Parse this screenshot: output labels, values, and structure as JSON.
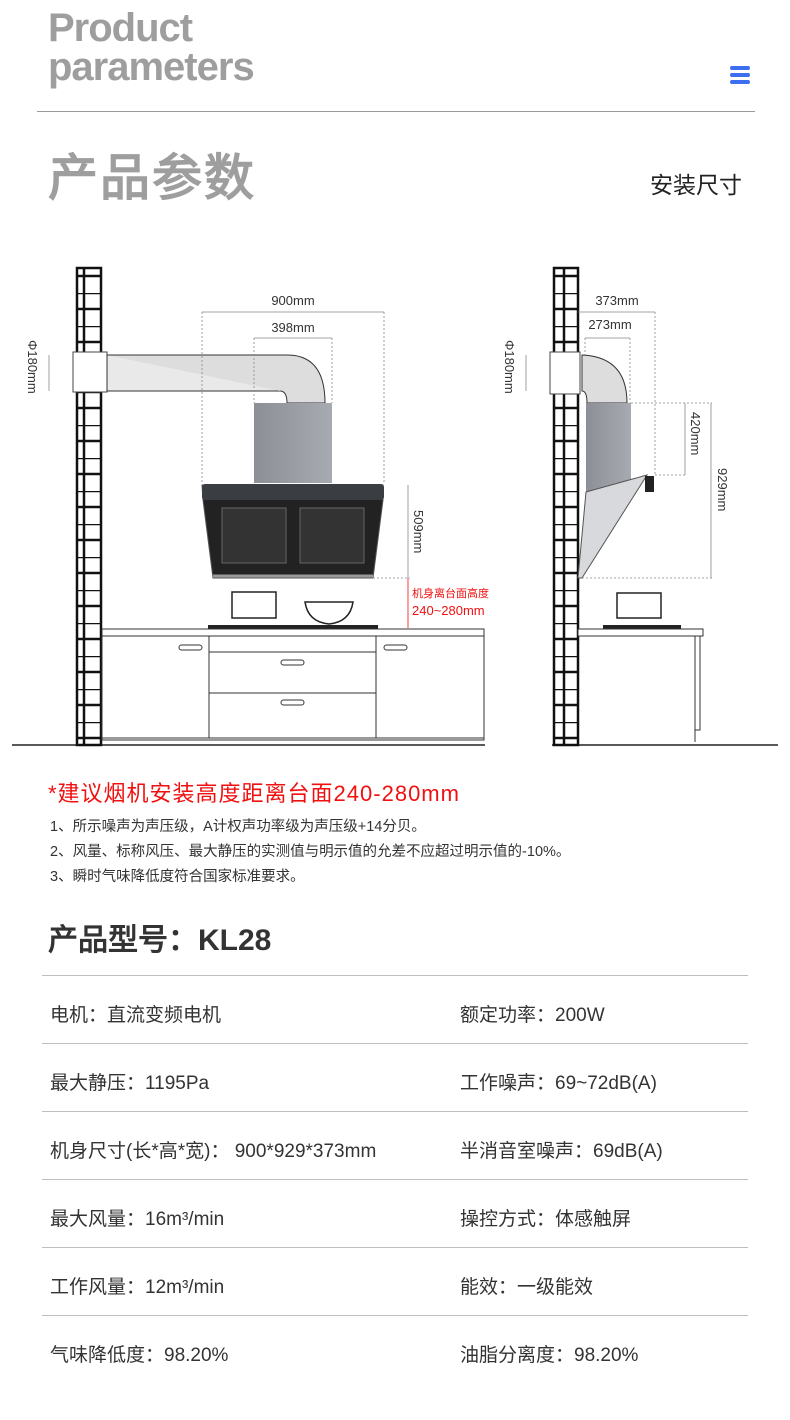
{
  "header": {
    "title_en_line1": "Product",
    "title_en_line2": "parameters",
    "title_cn": "产品参数",
    "subtitle": "安装尺寸",
    "menu_icon": "hamburger-menu-icon",
    "accent": "#3b6ff0"
  },
  "diagram": {
    "front": {
      "width": "900mm",
      "duct_width": "398mm",
      "duct_diameter": "Φ180mm",
      "body_height": "509mm",
      "clearance_label": "机身离台面高度",
      "clearance_value": "240~280mm"
    },
    "side": {
      "depth": "373mm",
      "duct_depth": "273mm",
      "duct_diameter": "Φ180mm",
      "upper_height": "420mm",
      "total_height": "929mm"
    }
  },
  "notice": {
    "warning": "*建议烟机安装高度距离台面240-280mm",
    "warning_color": "#f01010",
    "notes": [
      "1、所示噪声为声压级，A计权声功率级为声压级+14分贝。",
      "2、风量、标称风压、最大静压的实测值与明示值的允差不应超过明示值的-10%。",
      "3、瞬时气味降低度符合国家标准要求。"
    ]
  },
  "model": {
    "title": "产品型号：KL28"
  },
  "specs": [
    [
      "电机：直流变频电机",
      "额定功率：200W"
    ],
    [
      "最大静压：1195Pa",
      "工作噪声：69~72dB(A)"
    ],
    [
      "机身尺寸(长*高*宽)：  900*929*373mm",
      "半消音室噪声：69dB(A)"
    ],
    [
      "最大风量：16m³/min",
      "操控方式：体感触屏"
    ],
    [
      "工作风量：12m³/min",
      "能效：一级能效"
    ],
    [
      "气味降低度：98.20%",
      "油脂分离度：98.20%"
    ]
  ]
}
